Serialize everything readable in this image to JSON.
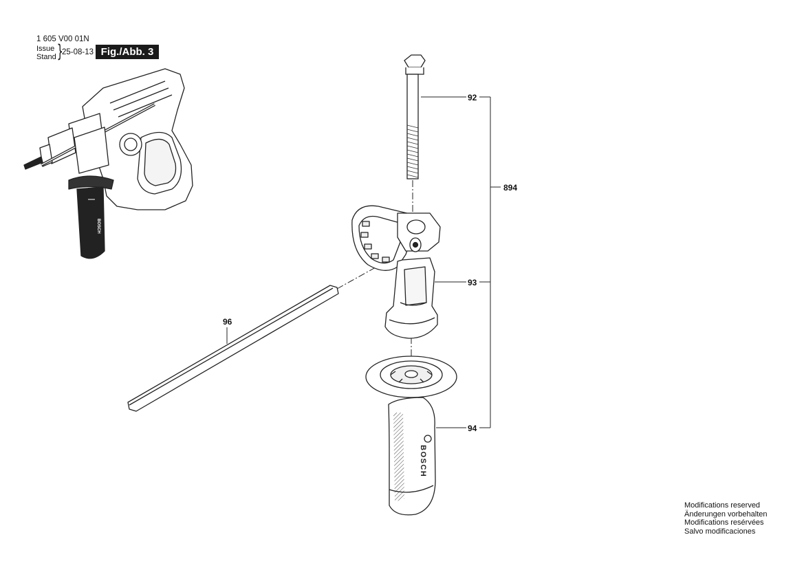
{
  "header": {
    "doc_number": "1 605 V00 01N",
    "issue_label": "Issue",
    "stand_label": "Stand",
    "date": "25-08-13",
    "figure_label": "Fig./Abb. 3"
  },
  "parts": [
    {
      "number": "92"
    },
    {
      "number": "93"
    },
    {
      "number": "94"
    },
    {
      "number": "96"
    }
  ],
  "assembly_number": "894",
  "handle_brand": "BOSCH",
  "modifications": [
    "Modifications reserved",
    "Änderungen vorbehalten",
    "Modifications resérvées",
    "Salvo modificaciones"
  ]
}
